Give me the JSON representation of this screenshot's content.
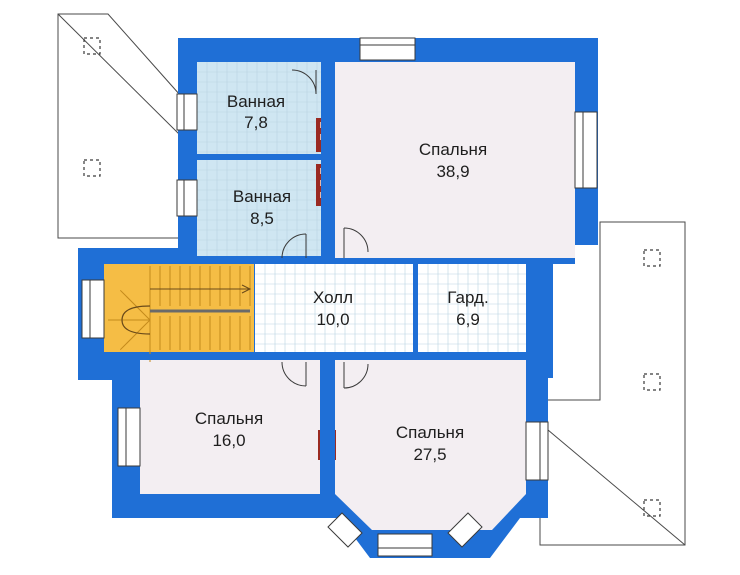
{
  "plan": {
    "colors": {
      "wall": "#1f6fd6",
      "bedroom_floor": "#f3eef2",
      "bath_floor": "#cfe6f2",
      "hall_floor": "#ffffff",
      "stair": "#f5bd45",
      "chimney": "#9a2a22",
      "line": "#3a3a3a"
    },
    "rooms": [
      {
        "id": "bath-1",
        "name": "Ванная",
        "area": "7,8"
      },
      {
        "id": "bedroom-main",
        "name": "Спальня",
        "area": "38,9"
      },
      {
        "id": "bath-2",
        "name": "Ванная",
        "area": "8,5"
      },
      {
        "id": "hall",
        "name": "Холл",
        "area": "10,0"
      },
      {
        "id": "wardrobe",
        "name": "Гард.",
        "area": "6,9"
      },
      {
        "id": "bedroom-left",
        "name": "Спальня",
        "area": "16,0"
      },
      {
        "id": "bedroom-right",
        "name": "Спальня",
        "area": "27,5"
      }
    ],
    "icons": {
      "dormer": "dashed-square-icon",
      "door": "door-swing-icon",
      "window": "window-icon",
      "chimney": "chimney-icon",
      "stairs": "staircase-icon"
    }
  }
}
